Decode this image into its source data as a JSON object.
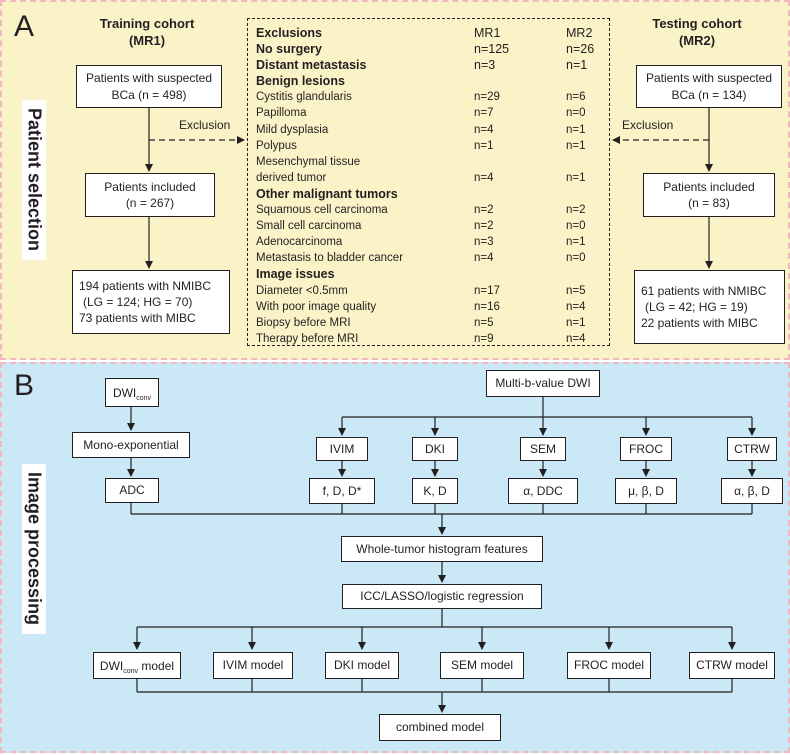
{
  "panel_a": {
    "letter": "A",
    "side_label": "Patient selection",
    "training": {
      "heading_line1": "Training cohort",
      "heading_line2": "(MR1)",
      "suspected": [
        "Patients with suspected",
        "BCa (n = 498)"
      ],
      "included": [
        "Patients included",
        "(n = 267)"
      ],
      "final": [
        "194 patients with NMIBC",
        "(LG = 124; HG = 70)",
        "73 patients with MIBC"
      ]
    },
    "testing": {
      "heading_line1": "Testing cohort",
      "heading_line2": "(MR2)",
      "suspected": [
        "Patients with suspected",
        "BCa (n = 134)"
      ],
      "included": [
        "Patients included",
        "(n = 83)"
      ],
      "final": [
        "61 patients with NMIBC",
        "(LG = 42; HG = 19)",
        "22 patients with MIBC"
      ]
    },
    "exclusion_label": "Exclusion",
    "exclusions": {
      "header": [
        "Exclusions",
        "MR1",
        "MR2"
      ],
      "rows": [
        {
          "label": "No surgery",
          "mr1": "n=125",
          "mr2": "n=26",
          "bold": true
        },
        {
          "label": "Distant metastasis",
          "mr1": "n=3",
          "mr2": "n=1",
          "bold": true
        },
        {
          "label": "Benign lesions",
          "mr1": "",
          "mr2": "",
          "bold": true
        },
        {
          "label": "Cystitis glandularis",
          "mr1": "n=29",
          "mr2": "n=6",
          "bold": false
        },
        {
          "label": "Papilloma",
          "mr1": "n=7",
          "mr2": "n=0",
          "bold": false
        },
        {
          "label": "Mild dysplasia",
          "mr1": "n=4",
          "mr2": "n=1",
          "bold": false
        },
        {
          "label": "Polypus",
          "mr1": "n=1",
          "mr2": "n=1",
          "bold": false
        },
        {
          "label": "Mesenchymal tissue",
          "mr1": "",
          "mr2": "",
          "bold": false
        },
        {
          "label": "derived tumor",
          "mr1": "n=4",
          "mr2": "n=1",
          "bold": false
        },
        {
          "label": "Other malignant tumors",
          "mr1": "",
          "mr2": "",
          "bold": true
        },
        {
          "label": "Squamous cell carcinoma",
          "mr1": "n=2",
          "mr2": "n=2",
          "bold": false
        },
        {
          "label": "Small cell carcinoma",
          "mr1": "n=2",
          "mr2": "n=0",
          "bold": false
        },
        {
          "label": "Adenocarcinoma",
          "mr1": "n=3",
          "mr2": "n=1",
          "bold": false
        },
        {
          "label": "Metastasis to bladder cancer",
          "mr1": "n=4",
          "mr2": "n=0",
          "bold": false
        },
        {
          "label": "Image issues",
          "mr1": "",
          "mr2": "",
          "bold": true
        },
        {
          "label": "Diameter <0.5mm",
          "mr1": "n=17",
          "mr2": "n=5",
          "bold": false
        },
        {
          "label": "With poor image quality",
          "mr1": "n=16",
          "mr2": "n=4",
          "bold": false
        },
        {
          "label": "Biopsy before MRI",
          "mr1": "n=5",
          "mr2": "n=1",
          "bold": false
        },
        {
          "label": "Therapy before MRI",
          "mr1": "n=9",
          "mr2": "n=4",
          "bold": false
        }
      ]
    }
  },
  "panel_b": {
    "letter": "B",
    "side_label": "Image processing",
    "dwi_conv_main": "DWI",
    "dwi_conv_sub": "conv",
    "mono": "Mono-exponential",
    "adc": "ADC",
    "multi_b": "Multi-b-value DWI",
    "models": [
      {
        "name": "IVIM",
        "params": "f, D, D*"
      },
      {
        "name": "DKI",
        "params": "K, D"
      },
      {
        "name": "SEM",
        "params": "α, DDC"
      },
      {
        "name": "FROC",
        "params": "μ, β, D"
      },
      {
        "name": "CTRW",
        "params": "α, β, D"
      }
    ],
    "histogram": "Whole-tumor histogram features",
    "regression": "ICC/LASSO/logistic regression",
    "model_boxes": {
      "dwi_main": "DWI",
      "dwi_sub": "conv",
      "dwi_suffix": " model",
      "ivim": "IVIM model",
      "dki": "DKI model",
      "sem": "SEM model",
      "froc": "FROC model",
      "ctrw": "CTRW model"
    },
    "combined": "combined model"
  }
}
